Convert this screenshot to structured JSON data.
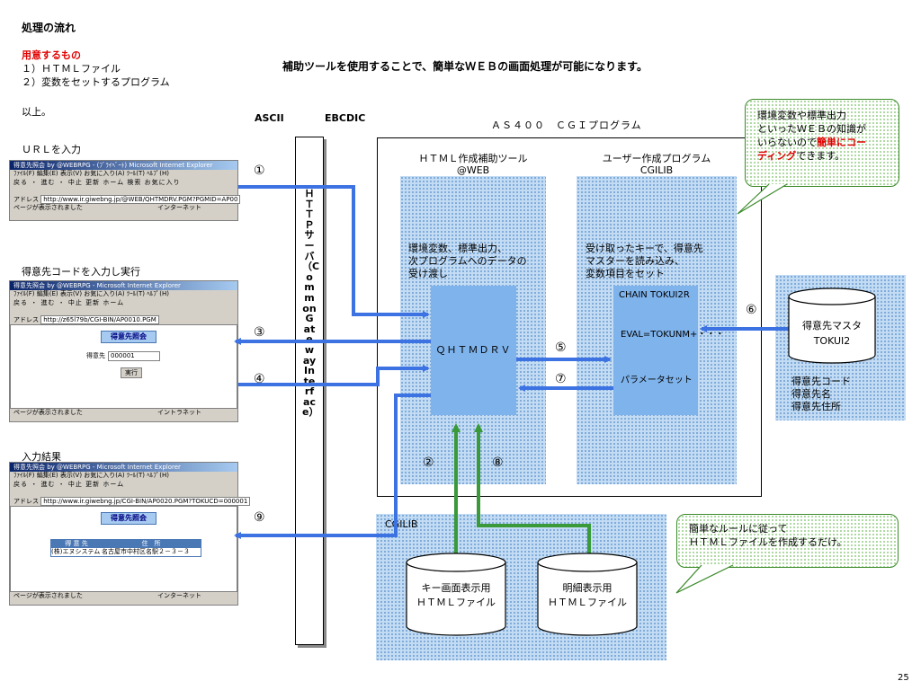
{
  "page": {
    "title": "処理の流れ",
    "prep_heading": "用意するもの",
    "prep_item1": "１）ＨＴＭＬファイル",
    "prep_item2": "２）変数をセットするプログラム",
    "prep_end": "以上。",
    "headline": "補助ツールを使用することで、簡単なＷＥＢの画面処理が可能になります。",
    "page_number": "25"
  },
  "labels": {
    "ascii": "ASCII",
    "ebcdic": "EBCDIC",
    "as400": "ＡＳ４００　ＣＧＩプログラム",
    "url_input": "ＵＲＬを入力",
    "cust_code_run": "得意先コードを入力し実行",
    "input_result": "入力結果",
    "http_server_vertical": "ＨＴＴＰサーバ（Common Gateway Interface）"
  },
  "html_tool": {
    "title1": "ＨＴＭＬ作成補助ツール",
    "title2": "@WEB",
    "desc1": "環境変数、標準出力、",
    "desc2": "次プログラムへのデータの",
    "desc3": "受け渡し",
    "module": "ＱＨＴＭＤＲＶ"
  },
  "user_prog": {
    "title1": "ユーザー作成プログラム",
    "title2": "CGILIB",
    "desc1": "受け取ったキーで、得意先",
    "desc2": "マスターを読み込み、",
    "desc3": "変数項目をセット",
    "line1": "CHAIN TOKUI2R",
    "line2": "EVAL=TOKUNM+・・・",
    "line3": "パラメータセット"
  },
  "master": {
    "name1": "得意先マスタ",
    "name2": "TOKUI2",
    "field1": "得意先コード",
    "field2": "得意先名",
    "field3": "得意先住所"
  },
  "cgilib": {
    "label": "CGILIB",
    "file1_line1": "キー画面表示用",
    "file1_line2": "ＨＴＭＬファイル",
    "file2_line1": "明細表示用",
    "file2_line2": "ＨＴＭＬファイル"
  },
  "callouts": {
    "c1_line1": "環境変数や標準出力",
    "c1_line2": "といったＷＥＢの知識が",
    "c1_line3a": "いらないので",
    "c1_line3b": "簡単にコー",
    "c1_line4a": "ディング",
    "c1_line4b": "できます。",
    "c2_line1": "簡単なルールに従って",
    "c2_line2": "ＨＴＭＬファイルを作成するだけ。"
  },
  "steps": {
    "s1": "①",
    "s2": "②",
    "s3": "③",
    "s4": "④",
    "s5": "⑤",
    "s6": "⑥",
    "s7": "⑦",
    "s8": "⑧",
    "s9": "⑨"
  },
  "browser1": {
    "title": "得意先照会 by @WEBRPG - (ﾌﾞﾗｲﾍﾞｰﾄ) Microsoft Internet Explorer",
    "menu": "ﾌｧｲﾙ(F)  編集(E)  表示(V)  お気に入り(A)  ﾂｰﾙ(T)  ﾍﾙﾌﾟ(H)",
    "tools": "戻る ・ 進む ・ 中止  更新  ホーム  検索  お気に入り",
    "address_label": "アドレス",
    "address": "http://www.ir.giwebng.jp/@WEB/QHTMDRV.PGM?PGMID=AP00",
    "status": "ページが表示されました",
    "zone": "インターネット"
  },
  "browser2": {
    "title": "得意先照会 by @WEBRPG - Microsoft Internet Explorer",
    "menu": "ﾌｧｲﾙ(F)  編集(E)  表示(V)  お気に入り(A)  ﾂｰﾙ(T)  ﾍﾙﾌﾟ(H)",
    "tools": "戻る ・ 進む ・ 中止  更新  ホーム",
    "address_label": "アドレス",
    "address": "http://z65l79b/CGI-BIN/AP0010.PGM",
    "page_heading": "得意先照会",
    "field_label": "得意先",
    "field_value": "000001",
    "button": "実行",
    "status": "ページが表示されました",
    "zone": "イントラネット"
  },
  "browser3": {
    "title": "得意先照会 by @WEBRPG - Microsoft Internet Explorer",
    "menu": "ﾌｧｲﾙ(F)  編集(E)  表示(V)  お気に入り(A)  ﾂｰﾙ(T)  ﾍﾙﾌﾟ(H)",
    "tools": "戻る ・ 進む ・ 中止  更新  ホーム",
    "address_label": "アドレス",
    "address": "http://www.ir.giwebng.jp/CGI-BIN/AP0020.PGM?TOKUCD=000001",
    "page_heading": "得意先照会",
    "col1": "得 意 先",
    "col2": "住　所",
    "cell1": "(株)エヌシステム",
    "cell2": "名古屋市中村区名駅２－３－３",
    "status": "ページが表示されました",
    "zone": "インターネット"
  },
  "colors": {
    "arrow": "#3d72e3",
    "panel_dots": "#6f9fd3",
    "module_fill": "#7fb3ec",
    "connector_green": "#3a9a3a",
    "callout_border": "#3b8a2a",
    "heading_red": "#e00000"
  }
}
